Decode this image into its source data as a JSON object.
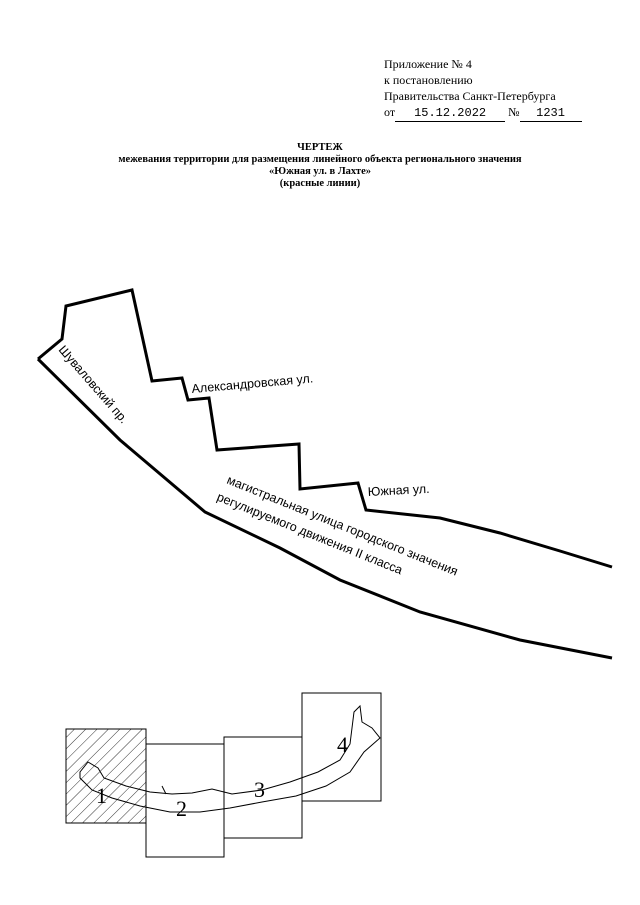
{
  "appendix": {
    "line1": "Приложение № 4",
    "line2": "к постановлению",
    "line3": "Правительства Санкт-Петербурга",
    "date_prefix": "от",
    "date": "15.12.2022",
    "number_prefix": "№",
    "number": "1231"
  },
  "title": {
    "line1": "ЧЕРТЕЖ",
    "line2": "межевания территории для размещения линейного объекта регионального значения",
    "line3": "«Южная ул. в Лахте»",
    "line4": "(красные линии)"
  },
  "map": {
    "labels": {
      "shuvalovsky": "Шуваловский пр.",
      "aleksandrovskaya": "Александровская ул.",
      "yuzhnaya": "Южная ул.",
      "main_street_line1": "магистральная улица городского значения",
      "main_street_line2": "регулируемого движения II класса"
    }
  },
  "sheet_index": {
    "sheets": [
      "1",
      "2",
      "3",
      "4"
    ],
    "current_sheet": "1"
  }
}
